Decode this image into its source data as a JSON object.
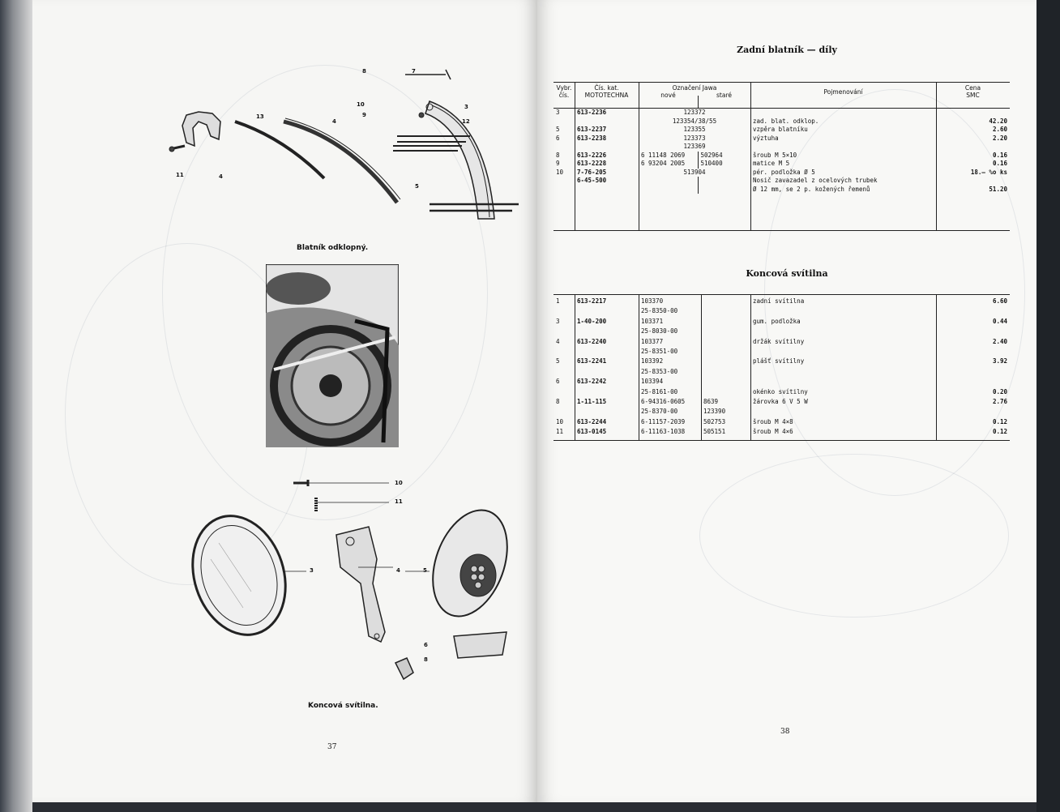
{
  "left_page": {
    "captions": {
      "fender": "Blatník odklopný.",
      "taillight": "Koncová svítilna."
    },
    "page_number": "37",
    "fender_callouts": [
      "8",
      "7",
      "10",
      "9",
      "3",
      "12",
      "13",
      "4",
      "11",
      "4",
      "5"
    ],
    "taillight_callouts": [
      "10",
      "11",
      "3",
      "4",
      "5",
      "6",
      "8"
    ]
  },
  "right_page": {
    "section1": {
      "title": "Zadní blatník — díly",
      "headers": {
        "vybr": "Vybr.",
        "cis": "čís.",
        "cat1": "Čís. kat.",
        "cat2": "MOTOTECHNA",
        "jawa": "Označení Jawa",
        "nove": "nové",
        "stare": "staré",
        "name": "Pojmenování",
        "cena": "Cena",
        "smc": "SMC"
      },
      "rows": [
        {
          "n": "3",
          "cat": "613-2236",
          "nove": "",
          "jawa": "123372",
          "stare": "",
          "name": "",
          "price": ""
        },
        {
          "n": "",
          "cat": "",
          "nove": "",
          "jawa": "123354/38/55",
          "stare": "",
          "name": "zad. blat. odklop.",
          "price": "42.20"
        },
        {
          "n": "5",
          "cat": "613-2237",
          "nove": "",
          "jawa": "123355",
          "stare": "",
          "name": "vzpěra blatníku",
          "price": "2.60"
        },
        {
          "n": "6",
          "cat": "613-2238",
          "nove": "",
          "jawa": "123373",
          "stare": "",
          "name": "výztuha",
          "price": "2.20"
        },
        {
          "n": "",
          "cat": "",
          "nove": "",
          "jawa": "123369",
          "stare": "",
          "name": "",
          "price": ""
        },
        {
          "n": "8",
          "cat": "613-2226",
          "nove": "6 11148 2069",
          "jawa": "",
          "stare": "502964",
          "name": "šroub M 5×10",
          "price": "0.16"
        },
        {
          "n": "9",
          "cat": "613-2228",
          "nove": "6 93204 2005",
          "jawa": "",
          "stare": "510400",
          "name": "matice M 5",
          "price": "0.16"
        },
        {
          "n": "10",
          "cat": "7-76-205",
          "nove": "",
          "jawa": "513904",
          "stare": "",
          "name": "pér. podložka Ø 5",
          "price": "18.— %o ks"
        },
        {
          "n": "",
          "cat": "6-45-500",
          "nove": "",
          "jawa": "",
          "stare": "",
          "name": "Nosič zavazadel z ocelových trubek",
          "price": ""
        },
        {
          "n": "",
          "cat": "",
          "nove": "",
          "jawa": "",
          "stare": "",
          "name": "Ø 12 mm, se 2 p. kožených řemenů",
          "price": "51.20"
        }
      ]
    },
    "section2": {
      "title": "Koncová svítilna",
      "rows": [
        {
          "n": "1",
          "cat": "613-2217",
          "nove": "103370",
          "stare": "",
          "name": "zadní svítilna",
          "price": "6.60"
        },
        {
          "n": "",
          "cat": "",
          "nove": "25-8350-00",
          "stare": "",
          "name": "",
          "price": ""
        },
        {
          "n": "3",
          "cat": "1-40-200",
          "nove": "103371",
          "stare": "",
          "name": "gum. podložka",
          "price": "0.44"
        },
        {
          "n": "",
          "cat": "",
          "nove": "25-8030-00",
          "stare": "",
          "name": "",
          "price": ""
        },
        {
          "n": "4",
          "cat": "613-2240",
          "nove": "103377",
          "stare": "",
          "name": "držák svítilny",
          "price": "2.40"
        },
        {
          "n": "",
          "cat": "",
          "nove": "25-8351-00",
          "stare": "",
          "name": "",
          "price": ""
        },
        {
          "n": "5",
          "cat": "613-2241",
          "nove": "103392",
          "stare": "",
          "name": "plášť svítilny",
          "price": "3.92"
        },
        {
          "n": "",
          "cat": "",
          "nove": "25-8353-00",
          "stare": "",
          "name": "",
          "price": ""
        },
        {
          "n": "6",
          "cat": "613-2242",
          "nove": "103394",
          "stare": "",
          "name": "",
          "price": ""
        },
        {
          "n": "",
          "cat": "",
          "nove": "25-8161-00",
          "stare": "",
          "name": "okénko svítilny",
          "price": "0.20"
        },
        {
          "n": "8",
          "cat": "1-11-115",
          "nove": "6-94316-0605",
          "stare": "8639",
          "name": "žárovka 6 V 5 W",
          "price": "2.76"
        },
        {
          "n": "",
          "cat": "",
          "nove": "25-8370-00",
          "stare": "123390",
          "name": "",
          "price": ""
        },
        {
          "n": "10",
          "cat": "613-2244",
          "nove": "6-11157-2039",
          "stare": "502753",
          "name": "šroub M 4×8",
          "price": "0.12"
        },
        {
          "n": "11",
          "cat": "613-0145",
          "nove": "6-11163-1038",
          "stare": "505151",
          "name": "šroub M 4×6",
          "price": "0.12"
        }
      ]
    },
    "page_number": "38"
  }
}
